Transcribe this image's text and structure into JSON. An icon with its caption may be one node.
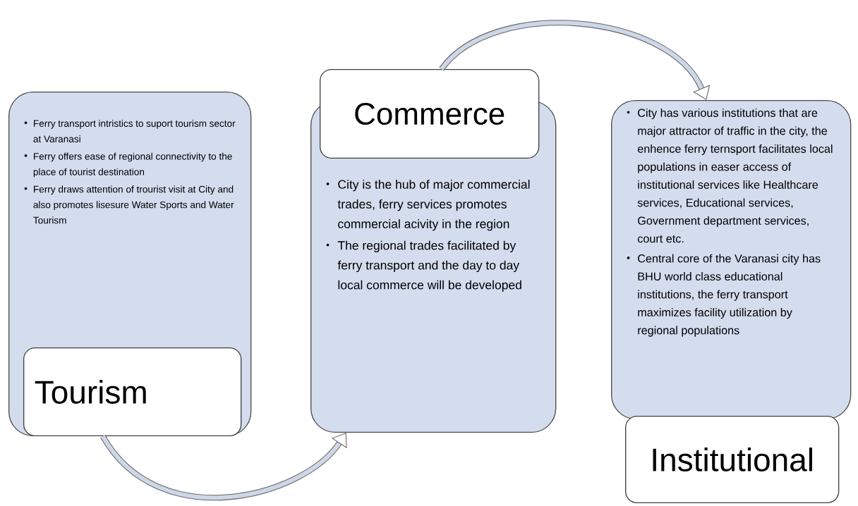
{
  "diagram": {
    "nodes": [
      {
        "text": [
          "Ferry transport intristics to suport tourism sector at Varanasi",
          "Ferry offers ease of regional connectivity to the place of tourist destination",
          "Ferry draws attention of trourist visit at City and also promotes lisesure Water Sports and Water Tourism"
        ]
      },
      {
        "text": [
          "Tourism"
        ],
        "in": 0
      },
      {
        "text": [
          "Commerce"
        ]
      },
      {
        "text": [
          "City is the hub of major commercial trades, ferry services promotes commercial acivity in the region",
          "The regional trades facilitated by ferry transport and the day to day local commerce will be developed"
        ]
      },
      {
        "text": [
          "City has various institutions that are major attractor of traffic in the city, the enhence ferry ternsport facilitates local populations in easer access of institutional services like Healthcare services, Educational services, Government department services, court etc.",
          "Central core of the Varanasi city has BHU world class educational institutions, the ferry transport maximizes facility utilization by regional populations"
        ]
      },
      {
        "text": [
          "Institutional"
        ]
      }
    ],
    "edges": [
      {
        "from": 0,
        "to": 3,
        "arrow": "to"
      },
      {
        "from": 2,
        "to": 4,
        "arrow": "to"
      }
    ]
  }
}
